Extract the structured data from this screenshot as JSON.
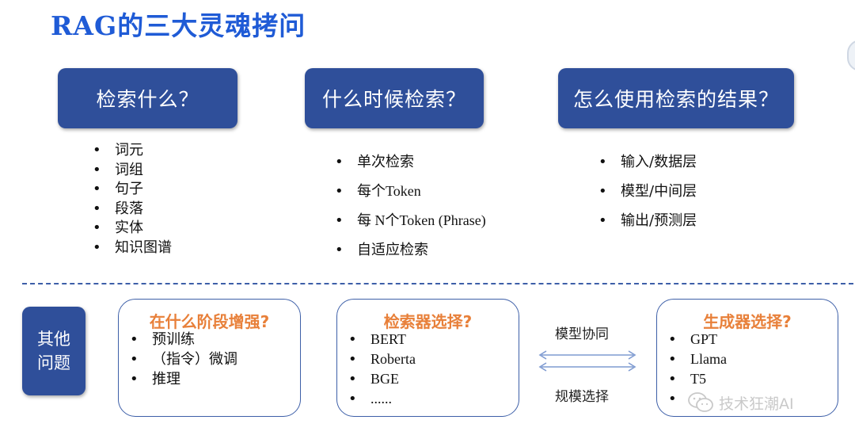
{
  "title": "RAG的三大灵魂拷问",
  "questions": [
    {
      "label": "检索什么？",
      "items": [
        "词元",
        "词组",
        "句子",
        "段落",
        "实体",
        "知识图谱"
      ]
    },
    {
      "label": "什么时候检索？",
      "items": [
        "单次检索",
        "每个Token",
        "每 N个Token (Phrase)",
        "自适应检索"
      ]
    },
    {
      "label": "怎么使用检索的结果？",
      "items": [
        "输入/数据层",
        "模型/中间层",
        "输出/预测层"
      ]
    }
  ],
  "other": {
    "line1": "其他",
    "line2": "问题"
  },
  "boxes": [
    {
      "head": "在什么阶段增强?",
      "items": [
        "预训练",
        "（指令）微调",
        "推理"
      ]
    },
    {
      "head": "检索器选择?",
      "items": [
        "BERT",
        "Roberta",
        "BGE",
        "......"
      ]
    },
    {
      "head": "生成器选择?",
      "items": [
        "GPT",
        "Llama",
        "T5",
        ""
      ]
    }
  ],
  "links": {
    "top": "模型协同",
    "bottom": "规模选择"
  },
  "watermark": {
    "text": "技术狂潮AI",
    "icon": "wechat-icon"
  },
  "colors": {
    "accent": "#1f5bd6",
    "box": "#2f4f9a",
    "orange": "#e8803a"
  }
}
